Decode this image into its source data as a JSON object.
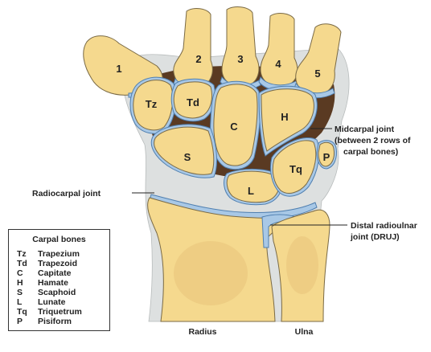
{
  "bone_labels": {
    "m1": "1",
    "m2": "2",
    "m3": "3",
    "m4": "4",
    "m5": "5",
    "tz": "Tz",
    "td": "Td",
    "c": "C",
    "h": "H",
    "s": "S",
    "l": "L",
    "tq": "Tq",
    "p": "P"
  },
  "bottom_labels": {
    "radius": "Radius",
    "ulna": "Ulna"
  },
  "callouts": {
    "midcarpal_1": "Midcarpal joint",
    "midcarpal_2": "(between 2 rows of",
    "midcarpal_3": "carpal bones)",
    "radiocarpal": "Radiocarpal joint",
    "druj_1": "Distal radioulnar",
    "druj_2": "joint (DRUJ)"
  },
  "legend": {
    "title": "Carpal bones",
    "items": [
      {
        "abbr": "Tz",
        "name": "Trapezium"
      },
      {
        "abbr": "Td",
        "name": "Trapezoid"
      },
      {
        "abbr": "C",
        "name": "Capitate"
      },
      {
        "abbr": "H",
        "name": "Hamate"
      },
      {
        "abbr": "S",
        "name": "Scaphoid"
      },
      {
        "abbr": "L",
        "name": "Lunate"
      },
      {
        "abbr": "Tq",
        "name": "Triquetrum"
      },
      {
        "abbr": "P",
        "name": "Pisiform"
      }
    ]
  },
  "colors": {
    "bone": "#f5d98e",
    "cartilage": "#a8c8e6",
    "joint_space": "#5a3a22",
    "ligament": "#dde0e0"
  }
}
